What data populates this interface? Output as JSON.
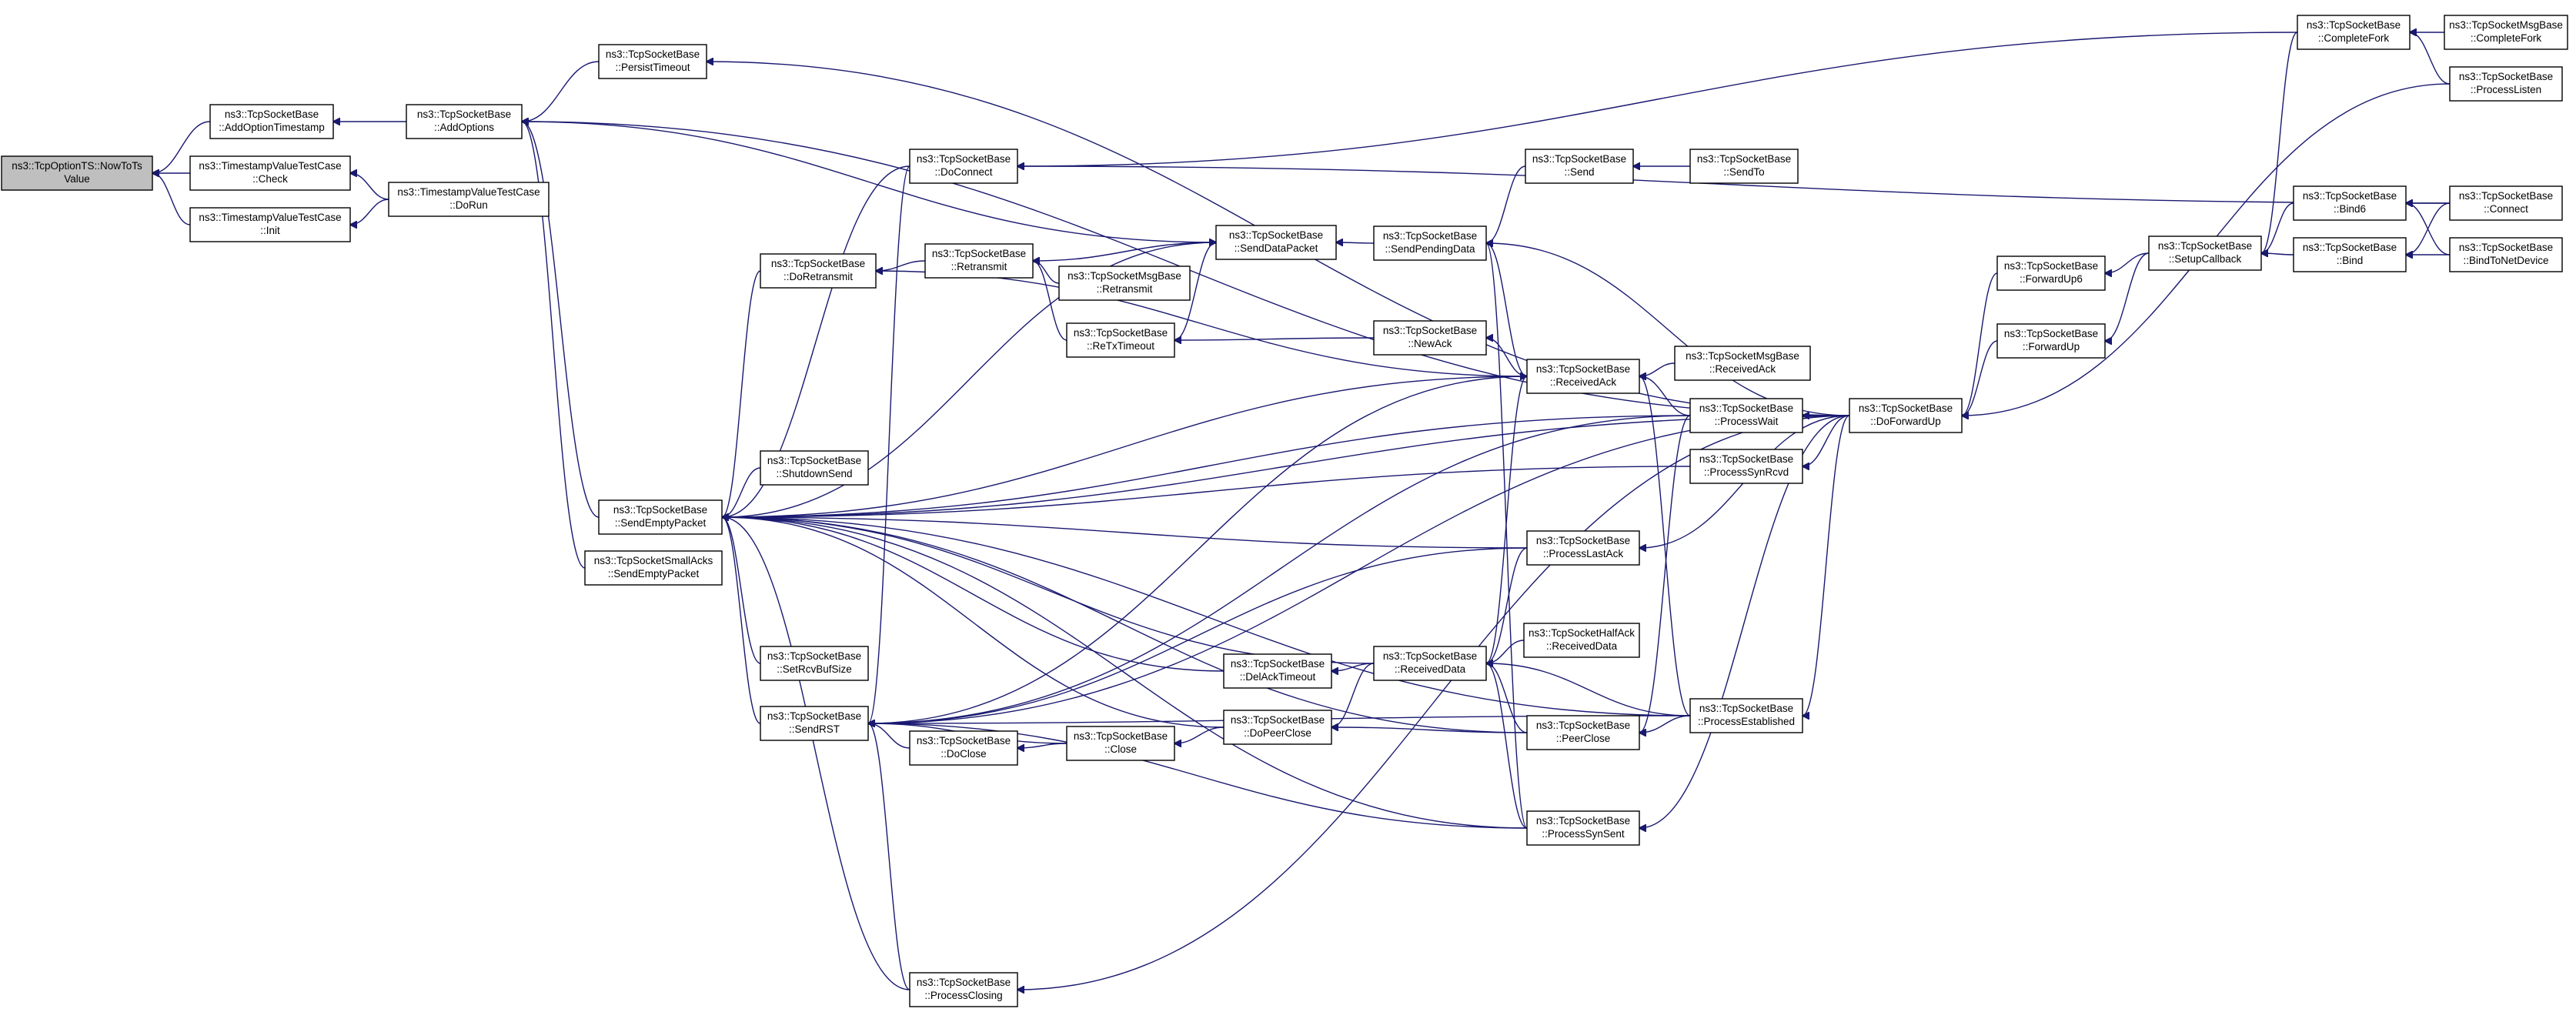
{
  "nodes": [
    {
      "id": "root",
      "lines": [
        "ns3::TcpOptionTS::NowToTs",
        "Value"
      ]
    },
    {
      "id": "aot",
      "lines": [
        "ns3::TcpSocketBase",
        "::AddOptionTimestamp"
      ]
    },
    {
      "id": "tvcheck",
      "lines": [
        "ns3::TimestampValueTestCase",
        "::Check"
      ]
    },
    {
      "id": "tvinit",
      "lines": [
        "ns3::TimestampValueTestCase",
        "::Init"
      ]
    },
    {
      "id": "tvdorun",
      "lines": [
        "ns3::TimestampValueTestCase",
        "::DoRun"
      ]
    },
    {
      "id": "addopts",
      "lines": [
        "ns3::TcpSocketBase",
        "::AddOptions"
      ]
    },
    {
      "id": "persist",
      "lines": [
        "ns3::TcpSocketBase",
        "::PersistTimeout"
      ]
    },
    {
      "id": "doconnect",
      "lines": [
        "ns3::TcpSocketBase",
        "::DoConnect"
      ]
    },
    {
      "id": "senddata",
      "lines": [
        "ns3::TcpSocketBase",
        "::SendDataPacket"
      ]
    },
    {
      "id": "dorexmit",
      "lines": [
        "ns3::TcpSocketBase",
        "::DoRetransmit"
      ]
    },
    {
      "id": "rexmit",
      "lines": [
        "ns3::TcpSocketBase",
        "::Retransmit"
      ]
    },
    {
      "id": "msgrexmit",
      "lines": [
        "ns3::TcpSocketMsgBase",
        "::Retransmit"
      ]
    },
    {
      "id": "retxto",
      "lines": [
        "ns3::TcpSocketBase",
        "::ReTxTimeout"
      ]
    },
    {
      "id": "sendempty",
      "lines": [
        "ns3::TcpSocketBase",
        "::SendEmptyPacket"
      ]
    },
    {
      "id": "smallacks",
      "lines": [
        "ns3::TcpSocketSmallAcks",
        "::SendEmptyPacket"
      ]
    },
    {
      "id": "shutdown",
      "lines": [
        "ns3::TcpSocketBase",
        "::ShutdownSend"
      ]
    },
    {
      "id": "setrcvbuf",
      "lines": [
        "ns3::TcpSocketBase",
        "::SetRcvBufSize"
      ]
    },
    {
      "id": "sendrst",
      "lines": [
        "ns3::TcpSocketBase",
        "::SendRST"
      ]
    },
    {
      "id": "doclose",
      "lines": [
        "ns3::TcpSocketBase",
        "::DoClose"
      ]
    },
    {
      "id": "close",
      "lines": [
        "ns3::TcpSocketBase",
        "::Close"
      ]
    },
    {
      "id": "delack",
      "lines": [
        "ns3::TcpSocketBase",
        "::DelAckTimeout"
      ]
    },
    {
      "id": "dopeerclose",
      "lines": [
        "ns3::TcpSocketBase",
        "::DoPeerClose"
      ]
    },
    {
      "id": "closing",
      "lines": [
        "ns3::TcpSocketBase",
        "::ProcessClosing"
      ]
    },
    {
      "id": "sendpending",
      "lines": [
        "ns3::TcpSocketBase",
        "::SendPendingData"
      ]
    },
    {
      "id": "send",
      "lines": [
        "ns3::TcpSocketBase",
        "::Send"
      ]
    },
    {
      "id": "sendto",
      "lines": [
        "ns3::TcpSocketBase",
        "::SendTo"
      ]
    },
    {
      "id": "newack",
      "lines": [
        "ns3::TcpSocketBase",
        "::NewAck"
      ]
    },
    {
      "id": "recvack",
      "lines": [
        "ns3::TcpSocketBase",
        "::ReceivedAck"
      ]
    },
    {
      "id": "msgrecvack",
      "lines": [
        "ns3::TcpSocketMsgBase",
        "::ReceivedAck"
      ]
    },
    {
      "id": "recvdata",
      "lines": [
        "ns3::TcpSocketBase",
        "::ReceivedData"
      ]
    },
    {
      "id": "halfack",
      "lines": [
        "ns3::TcpSocketHalfAck",
        "::ReceivedData"
      ]
    },
    {
      "id": "lastack",
      "lines": [
        "ns3::TcpSocketBase",
        "::ProcessLastAck"
      ]
    },
    {
      "id": "peerclose",
      "lines": [
        "ns3::TcpSocketBase",
        "::PeerClose"
      ]
    },
    {
      "id": "synsent",
      "lines": [
        "ns3::TcpSocketBase",
        "::ProcessSynSent"
      ]
    },
    {
      "id": "pwait",
      "lines": [
        "ns3::TcpSocketBase",
        "::ProcessWait"
      ]
    },
    {
      "id": "synrcvd",
      "lines": [
        "ns3::TcpSocketBase",
        "::ProcessSynRcvd"
      ]
    },
    {
      "id": "established",
      "lines": [
        "ns3::TcpSocketBase",
        "::ProcessEstablished"
      ]
    },
    {
      "id": "dofwdup",
      "lines": [
        "ns3::TcpSocketBase",
        "::DoForwardUp"
      ]
    },
    {
      "id": "fwdup6",
      "lines": [
        "ns3::TcpSocketBase",
        "::ForwardUp6"
      ]
    },
    {
      "id": "fwdup",
      "lines": [
        "ns3::TcpSocketBase",
        "::ForwardUp"
      ]
    },
    {
      "id": "setupcb",
      "lines": [
        "ns3::TcpSocketBase",
        "::SetupCallback"
      ]
    },
    {
      "id": "bind6",
      "lines": [
        "ns3::TcpSocketBase",
        "::Bind6"
      ]
    },
    {
      "id": "bind",
      "lines": [
        "ns3::TcpSocketBase",
        "::Bind"
      ]
    },
    {
      "id": "completefork",
      "lines": [
        "ns3::TcpSocketBase",
        "::CompleteFork"
      ]
    },
    {
      "id": "msgcompletefork",
      "lines": [
        "ns3::TcpSocketMsgBase",
        "::CompleteFork"
      ]
    },
    {
      "id": "plisten",
      "lines": [
        "ns3::TcpSocketBase",
        "::ProcessListen"
      ]
    },
    {
      "id": "connect",
      "lines": [
        "ns3::TcpSocketBase",
        "::Connect"
      ]
    },
    {
      "id": "bindtodev",
      "lines": [
        "ns3::TcpSocketBase",
        "::BindToNetDevice"
      ]
    }
  ],
  "edges": [
    [
      "aot",
      "root"
    ],
    [
      "tvcheck",
      "root"
    ],
    [
      "tvinit",
      "root"
    ],
    [
      "addopts",
      "aot"
    ],
    [
      "tvdorun",
      "tvcheck"
    ],
    [
      "tvdorun",
      "tvinit"
    ],
    [
      "persist",
      "addopts"
    ],
    [
      "sendempty",
      "addopts"
    ],
    [
      "senddata",
      "addopts"
    ],
    [
      "smallacks",
      "addopts"
    ],
    [
      "dofwdup",
      "addopts"
    ],
    [
      "dofwdup",
      "persist"
    ],
    [
      "doconnect",
      "sendempty"
    ],
    [
      "dorexmit",
      "sendempty"
    ],
    [
      "shutdown",
      "sendempty"
    ],
    [
      "setrcvbuf",
      "sendempty"
    ],
    [
      "sendrst",
      "sendempty"
    ],
    [
      "delack",
      "sendempty"
    ],
    [
      "dopeerclose",
      "sendempty"
    ],
    [
      "recvdata",
      "sendempty"
    ],
    [
      "lastack",
      "sendempty"
    ],
    [
      "synrcvd",
      "sendempty"
    ],
    [
      "recvack",
      "sendempty"
    ],
    [
      "peerclose",
      "sendempty"
    ],
    [
      "synsent",
      "sendempty"
    ],
    [
      "established",
      "sendempty"
    ],
    [
      "dofwdup",
      "sendempty"
    ],
    [
      "senddata",
      "sendempty"
    ],
    [
      "pwait",
      "sendempty"
    ],
    [
      "closing",
      "sendempty"
    ],
    [
      "rexmit",
      "dorexmit"
    ],
    [
      "recvack",
      "dorexmit"
    ],
    [
      "msgrexmit",
      "rexmit"
    ],
    [
      "retxto",
      "rexmit"
    ],
    [
      "rexmit",
      "senddata"
    ],
    [
      "retxto",
      "senddata"
    ],
    [
      "sendpending",
      "senddata"
    ],
    [
      "newack",
      "retxto"
    ],
    [
      "recvack",
      "newack"
    ],
    [
      "send",
      "sendpending"
    ],
    [
      "sendto",
      "send"
    ],
    [
      "recvack",
      "sendpending"
    ],
    [
      "dofwdup",
      "sendpending"
    ],
    [
      "synsent",
      "sendpending"
    ],
    [
      "msgrecvack",
      "recvack"
    ],
    [
      "pwait",
      "recvack"
    ],
    [
      "established",
      "recvack"
    ],
    [
      "recvdata",
      "recvack"
    ],
    [
      "doclose",
      "sendrst"
    ],
    [
      "close",
      "doclose"
    ],
    [
      "dopeerclose",
      "close"
    ],
    [
      "recvdata",
      "delack"
    ],
    [
      "recvdata",
      "dopeerclose"
    ],
    [
      "peerclose",
      "dopeerclose"
    ],
    [
      "halfack",
      "recvdata"
    ],
    [
      "peerclose",
      "recvdata"
    ],
    [
      "established",
      "recvdata"
    ],
    [
      "synsent",
      "recvdata"
    ],
    [
      "lastack",
      "recvdata"
    ],
    [
      "doconnect",
      "sendrst"
    ],
    [
      "recvack",
      "sendrst"
    ],
    [
      "lastack",
      "sendrst"
    ],
    [
      "synsent",
      "sendrst"
    ],
    [
      "established",
      "sendrst"
    ],
    [
      "closing",
      "sendrst"
    ],
    [
      "dofwdup",
      "sendrst"
    ],
    [
      "pwait",
      "sendrst"
    ],
    [
      "close",
      "sendrst"
    ],
    [
      "pwait",
      "peerclose"
    ],
    [
      "established",
      "peerclose"
    ],
    [
      "dofwdup",
      "pwait"
    ],
    [
      "dofwdup",
      "synrcvd"
    ],
    [
      "dofwdup",
      "lastack"
    ],
    [
      "dofwdup",
      "established"
    ],
    [
      "dofwdup",
      "synsent"
    ],
    [
      "dofwdup",
      "closing"
    ],
    [
      "fwdup6",
      "dofwdup"
    ],
    [
      "fwdup",
      "dofwdup"
    ],
    [
      "setupcb",
      "fwdup6"
    ],
    [
      "setupcb",
      "fwdup"
    ],
    [
      "bind6",
      "setupcb"
    ],
    [
      "bind",
      "setupcb"
    ],
    [
      "completefork",
      "setupcb"
    ],
    [
      "connect",
      "bind6"
    ],
    [
      "bindtodev",
      "bind6"
    ],
    [
      "connect",
      "bind"
    ],
    [
      "bindtodev",
      "bind"
    ],
    [
      "msgcompletefork",
      "completefork"
    ],
    [
      "plisten",
      "completefork"
    ],
    [
      "connect",
      "doconnect"
    ],
    [
      "completefork",
      "doconnect"
    ],
    [
      "plisten",
      "dofwdup"
    ]
  ]
}
